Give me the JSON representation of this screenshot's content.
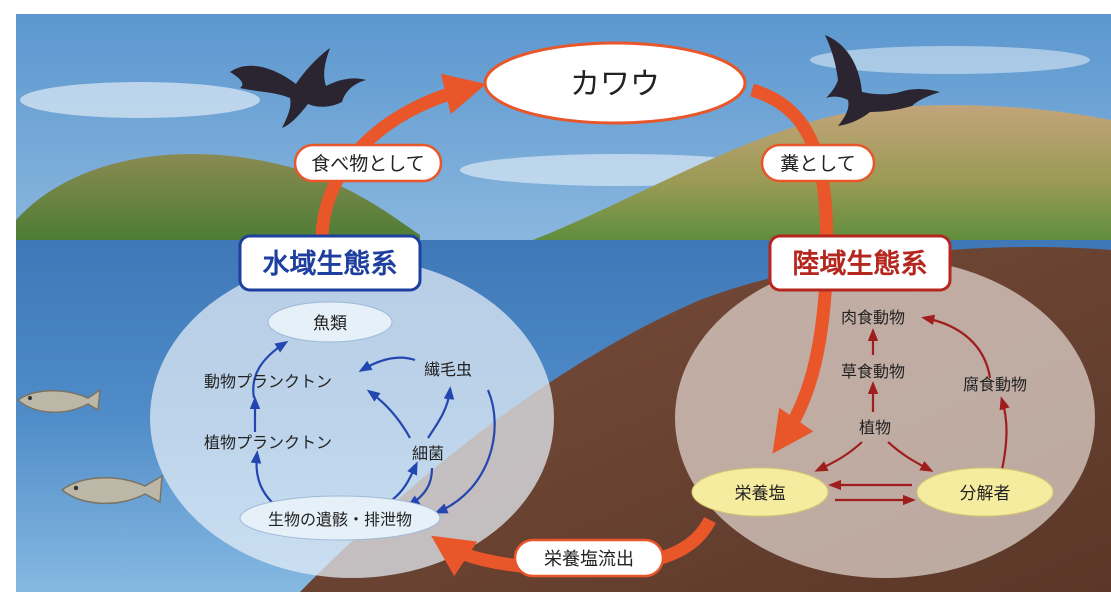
{
  "center_node": "カワウ",
  "edge_labels": {
    "as_food": "食べ物として",
    "as_droppings": "糞として",
    "nutrient_runoff": "栄養塩流出"
  },
  "aquatic": {
    "title": "水域生態系",
    "nodes": {
      "fish": "魚類",
      "zooplankton": "動物プランクトン",
      "phytoplankton": "植物プランクトン",
      "ciliates": "繊毛虫",
      "bacteria": "細菌",
      "remains": "生物の遺骸・排泄物"
    }
  },
  "terrestrial": {
    "title": "陸域生態系",
    "nodes": {
      "carnivores": "肉食動物",
      "herbivores": "草食動物",
      "detritivores": "腐食動物",
      "plants": "植物",
      "nutrients": "栄養塩",
      "decomposers": "分解者"
    }
  },
  "colors": {
    "main_arrow": "#e8562a",
    "aquatic_accent": "#1e3f9e",
    "aquatic_arrow": "#2446b0",
    "terrestrial_accent": "#b5261e",
    "terrestrial_arrow": "#a01d1d",
    "node_fill_aquatic": "#e6f0f8",
    "node_fill_terrestrial": "#f6eca0",
    "sky": "#6fa7d6",
    "water": "#3b74b6",
    "soil": "#6b4334"
  },
  "icons": [
    "cormorant-silhouette",
    "fish-illustration"
  ]
}
